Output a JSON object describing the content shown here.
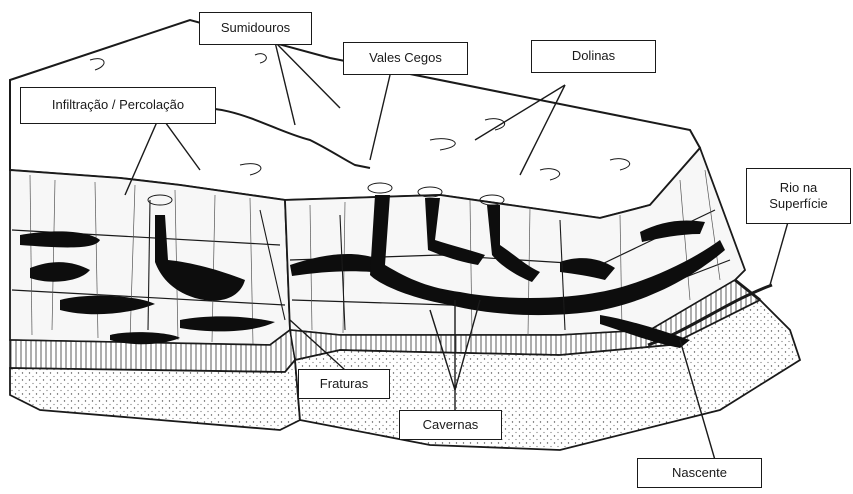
{
  "diagram": {
    "labels": {
      "sumidouros": "Sumidouros",
      "vales_cegos": "Vales Cegos",
      "dolinas": "Dolinas",
      "infiltracao": "Infiltração / Percolação",
      "rio_linha1": "Rio na",
      "rio_linha2": "Superfície",
      "fraturas": "Fraturas",
      "cavernas": "Cavernas",
      "nascente": "Nascente"
    },
    "colors": {
      "ink": "#1a1a1a",
      "paper": "#ffffff",
      "cave": "#0d0d0d",
      "sand": "#e4e4e4",
      "rock_face": "#f7f7f7"
    }
  }
}
